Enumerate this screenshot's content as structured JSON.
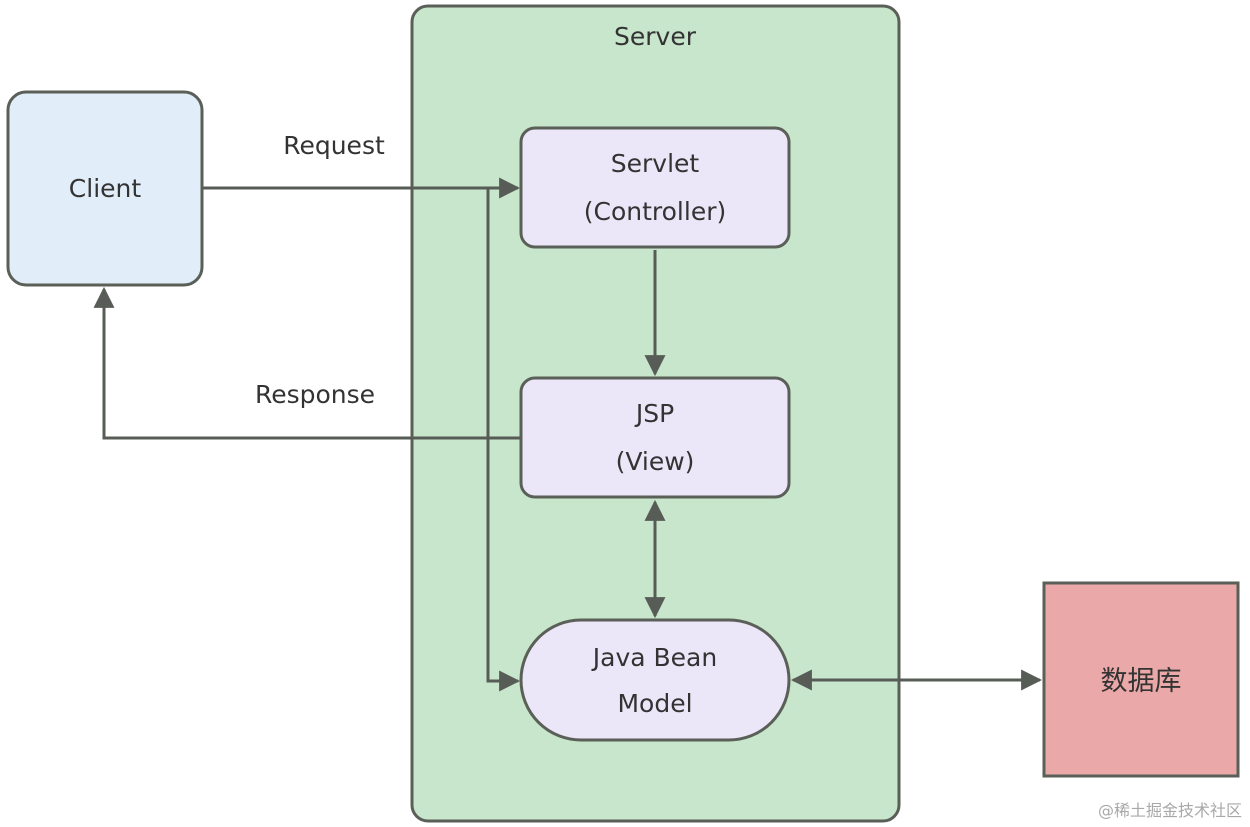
{
  "diagram": {
    "server": {
      "label": "Server",
      "fill": "#c8e6cc",
      "stroke": "#5a5f58"
    },
    "client": {
      "label": "Client",
      "fill": "#e1eef9",
      "stroke": "#5a5f58"
    },
    "servlet": {
      "line1": "Servlet",
      "line2": "(Controller)",
      "fill": "#ebe7f8",
      "stroke": "#5a5f58"
    },
    "jsp": {
      "line1": "JSP",
      "line2": "(View)",
      "fill": "#ebe7f8",
      "stroke": "#5a5f58"
    },
    "javabean": {
      "line1": "Java Bean",
      "line2": "Model",
      "fill": "#ebe7f8",
      "stroke": "#5a5f58"
    },
    "database": {
      "label": "数据库",
      "fill": "#eba8a8",
      "stroke": "#5a5f58"
    },
    "request_label": "Request",
    "response_label": "Response",
    "arrow_color": "#585c56"
  },
  "watermark": "@稀土掘金技术社区"
}
